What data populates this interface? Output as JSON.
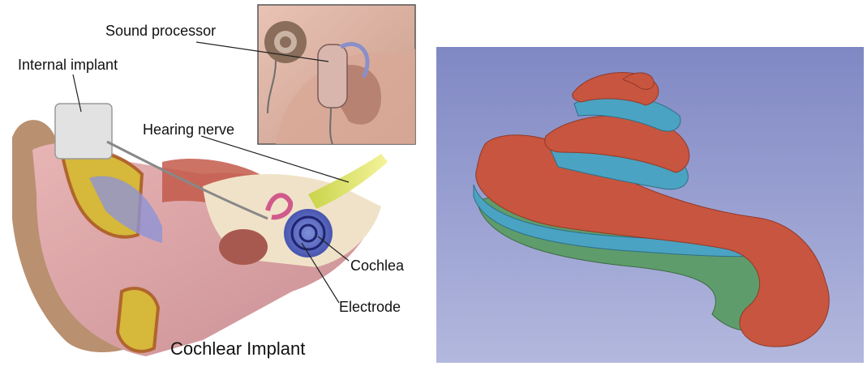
{
  "left_illustration": {
    "title": "Cochlear Implant",
    "labels": {
      "sound_processor": "Sound processor",
      "internal_implant": "Internal implant",
      "hearing_nerve": "Hearing nerve",
      "cochlea": "Cochlea",
      "electrode": "Electrode"
    }
  },
  "right_render": {
    "colors": {
      "background_top": "#8088c4",
      "background_bottom": "#b3b8de",
      "scala_vestibuli": "#c8553f",
      "basilar_membrane": "#4aa3c2",
      "scala_tympani": "#5f9c6b"
    }
  }
}
